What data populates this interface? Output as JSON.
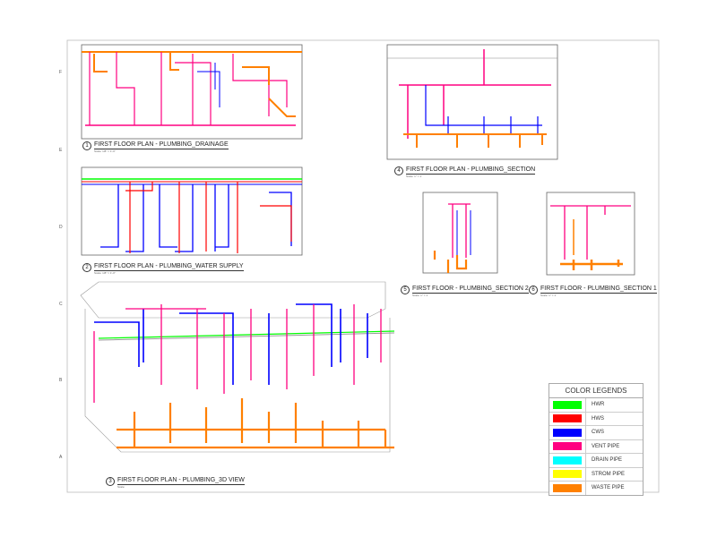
{
  "grid_letters": [
    "F",
    "E",
    "D",
    "C",
    "B",
    "A"
  ],
  "views": [
    {
      "num": "1",
      "title": "FIRST FLOOR PLAN - PLUMBING_DRAINAGE",
      "scale": "Scale: 1/8\" = 1'-0\""
    },
    {
      "num": "2",
      "title": "FIRST FLOOR PLAN - PLUMBING_WATER SUPPLY",
      "scale": "Scale: 1/8\" = 1'-0\""
    },
    {
      "num": "3",
      "title": "FIRST FLOOR PLAN - PLUMBING_3D VIEW",
      "scale": "Scale:"
    },
    {
      "num": "4",
      "title": "FIRST FLOOR PLAN - PLUMBING_SECTION",
      "scale": "Scale: 1\" = 1'"
    },
    {
      "num": "5",
      "title": "FIRST FLOOR - PLUMBING_SECTION 2",
      "scale": "Scale: 1\" = 1'"
    },
    {
      "num": "6",
      "title": "FIRST FLOOR - PLUMBING_SECTION 1",
      "scale": "Scale: 1\" = 1'"
    }
  ],
  "legend": {
    "title": "COLOR LEGENDS",
    "items": [
      {
        "label": "HWR",
        "color": "#00ff00"
      },
      {
        "label": "HWS",
        "color": "#ff0000"
      },
      {
        "label": "CWS",
        "color": "#0000ff"
      },
      {
        "label": "VENT PIPE",
        "color": "#ff0080"
      },
      {
        "label": "DRAIN PIPE",
        "color": "#00ffff"
      },
      {
        "label": "STROM PIPE",
        "color": "#ffff00"
      },
      {
        "label": "WASTE PIPE",
        "color": "#ff8000"
      }
    ]
  }
}
